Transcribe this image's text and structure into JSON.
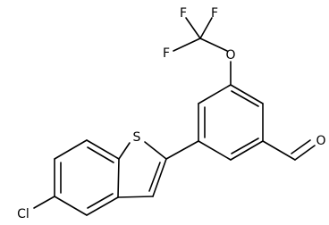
{
  "molecule": {
    "labels": {
      "f_top_left": "F",
      "f_top_right": "F",
      "f_left": "F",
      "oxygen_ether": "O",
      "sulfur": "S",
      "oxygen_aldehyde": "O",
      "chlorine": "Cl"
    }
  }
}
